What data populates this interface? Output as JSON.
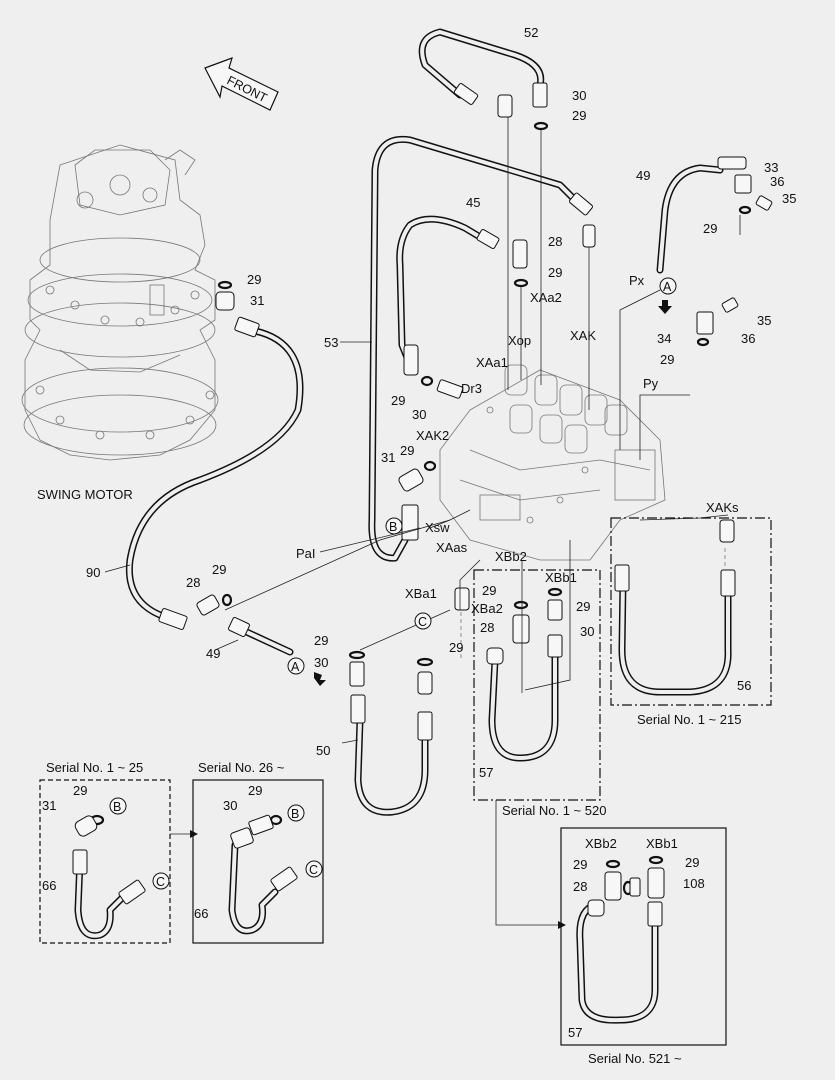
{
  "diagram": {
    "front_label": "FRONT",
    "swing_motor_label": "SWING MOTOR",
    "part_numbers": {
      "p52": "52",
      "p30a": "30",
      "p29a": "29",
      "p33": "33",
      "p36a": "36",
      "p49a": "49",
      "p35a": "35",
      "p29b": "29",
      "p45": "45",
      "p28a": "28",
      "p29c": "29",
      "p29d": "29",
      "p31a": "31",
      "p53": "53",
      "p35b": "35",
      "p34": "34",
      "p36b": "36",
      "p29e": "29",
      "p29f": "29",
      "p30b": "30",
      "p29g": "29",
      "p31b": "31",
      "p90": "90",
      "p29h": "29",
      "p28b": "28",
      "p49b": "49",
      "p29i": "29",
      "p30c": "30",
      "p29j": "29",
      "p50": "50",
      "p29k": "29",
      "p28c": "28",
      "p29l": "29",
      "p30d": "30",
      "p57a": "57",
      "p56": "56",
      "p29m": "29",
      "p31c": "31",
      "p66a": "66",
      "p29n": "29",
      "p30e": "30",
      "p66b": "66",
      "p29o": "29",
      "p29p": "29",
      "p28d": "28",
      "p108": "108",
      "p57b": "57"
    },
    "port_labels": {
      "xaa2": "XAa2",
      "xop": "Xop",
      "xak": "XAK",
      "xaa1": "XAa1",
      "px": "Px",
      "py": "Py",
      "dr3": "Dr3",
      "xak2": "XAK2",
      "xsw": "Xsw",
      "xaas": "XAas",
      "pal": "PaI",
      "xbb2": "XBb2",
      "xbb1": "XBb1",
      "xba1": "XBa1",
      "xba2": "XBa2",
      "xaks": "XAKs",
      "xbb2b": "XBb2",
      "xbb1b": "XBb1"
    },
    "callouts": {
      "a": "A",
      "b": "B",
      "c": "C"
    },
    "serial_notes": {
      "s1_215": "Serial No. 1 ~ 215",
      "s1_520": "Serial No. 1 ~ 520",
      "s1_25": "Serial No. 1 ~ 25",
      "s26": "Serial No. 26 ~",
      "s521": "Serial No. 521 ~"
    }
  }
}
